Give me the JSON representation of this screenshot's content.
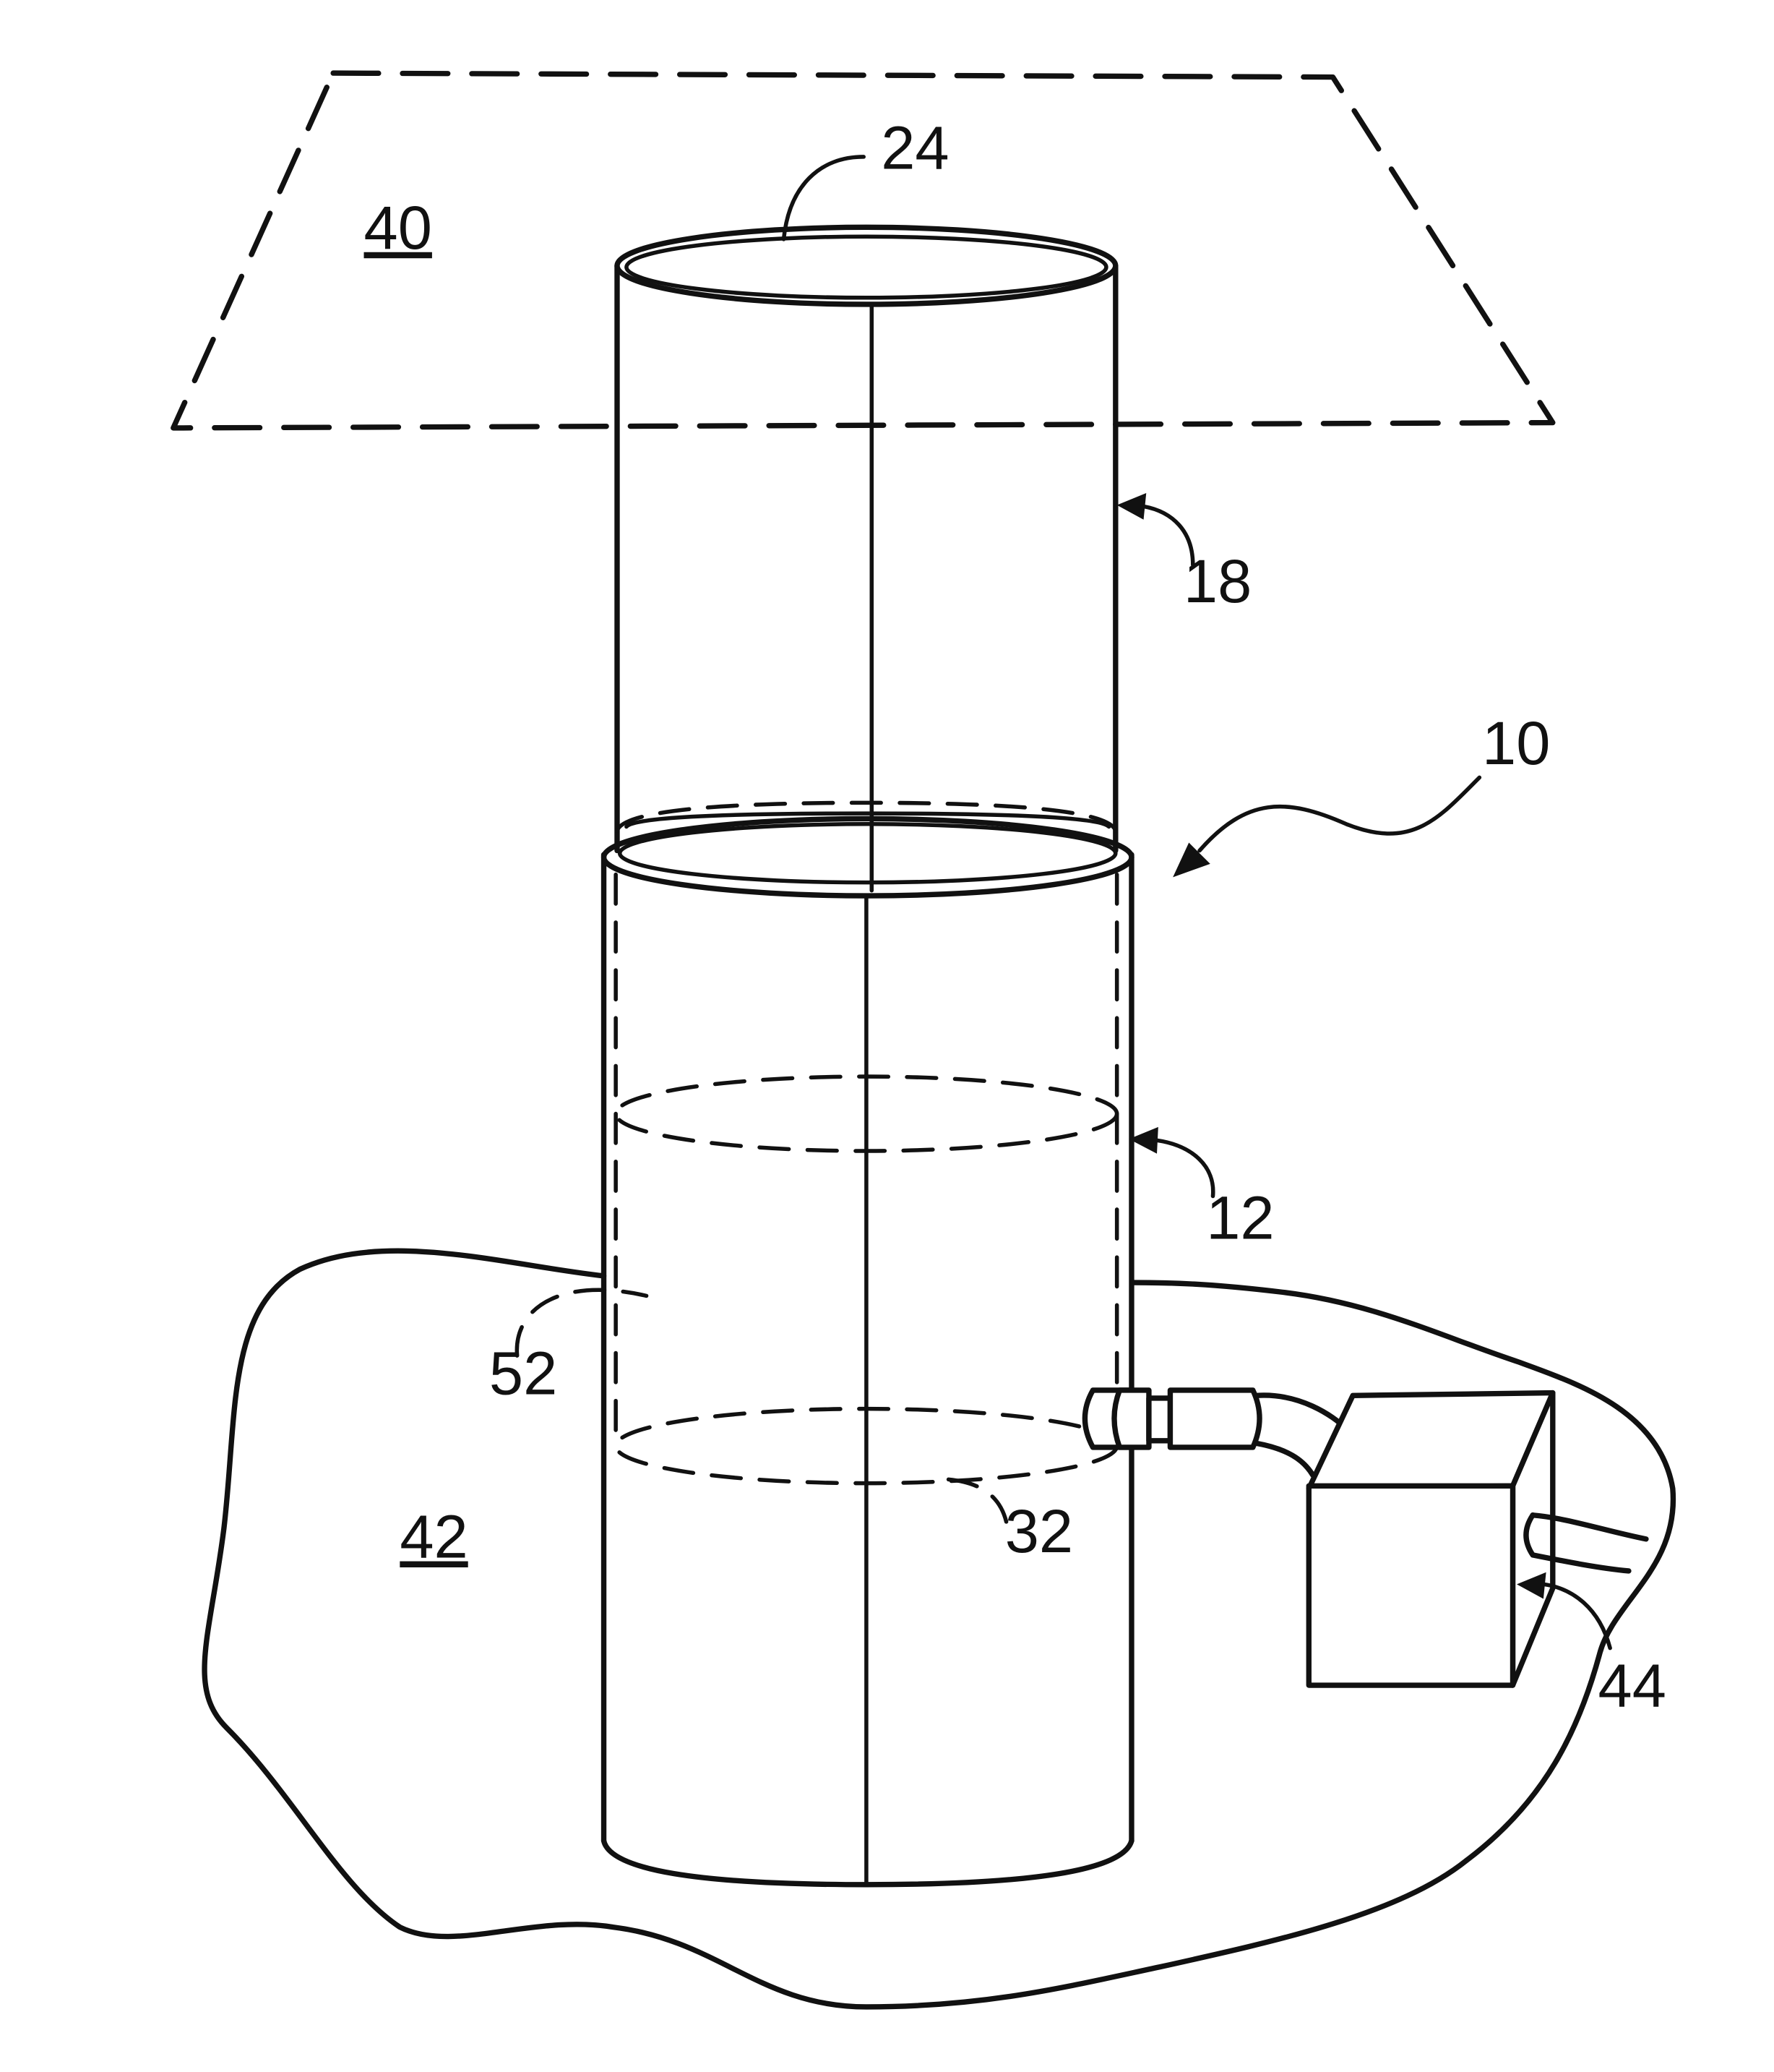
{
  "figure": {
    "labels": {
      "plane_top": "40",
      "upper_rim": "24",
      "upper_tube": "18",
      "assembly": "10",
      "lower_tube": "12",
      "inner_wall": "52",
      "liquid_level": "32",
      "ground_area": "42",
      "control_unit": "44"
    }
  }
}
